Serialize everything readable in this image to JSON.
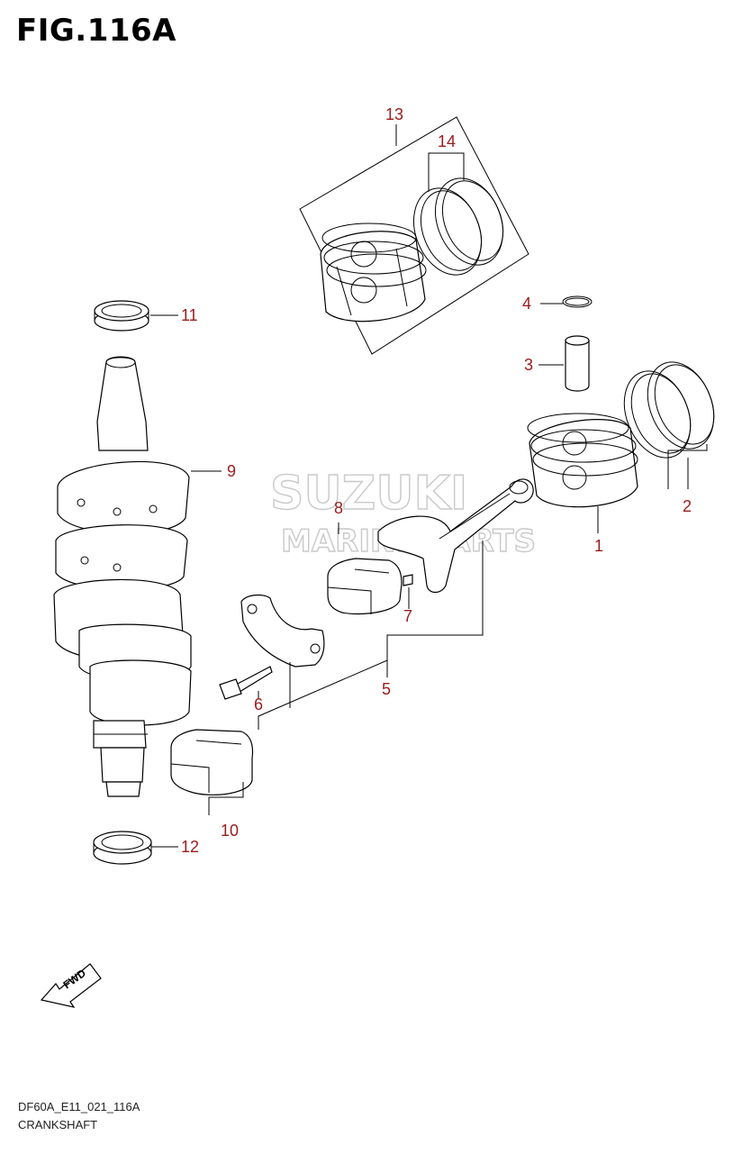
{
  "figure": {
    "title": "FIG.116A"
  },
  "watermark": {
    "line1": "SUZUKI",
    "line2": "MARINE PARTS"
  },
  "callouts": [
    "1",
    "2",
    "3",
    "4",
    "5",
    "6",
    "7",
    "8",
    "9",
    "10",
    "11",
    "12",
    "13",
    "14"
  ],
  "fwd_label": "FWD",
  "footer": {
    "code": "DF60A_E11_021_116A",
    "name": "CRANKSHAFT"
  },
  "colors": {
    "callout": "#9b1b1b",
    "line": "#000000",
    "watermark": "#c9c9c9"
  }
}
